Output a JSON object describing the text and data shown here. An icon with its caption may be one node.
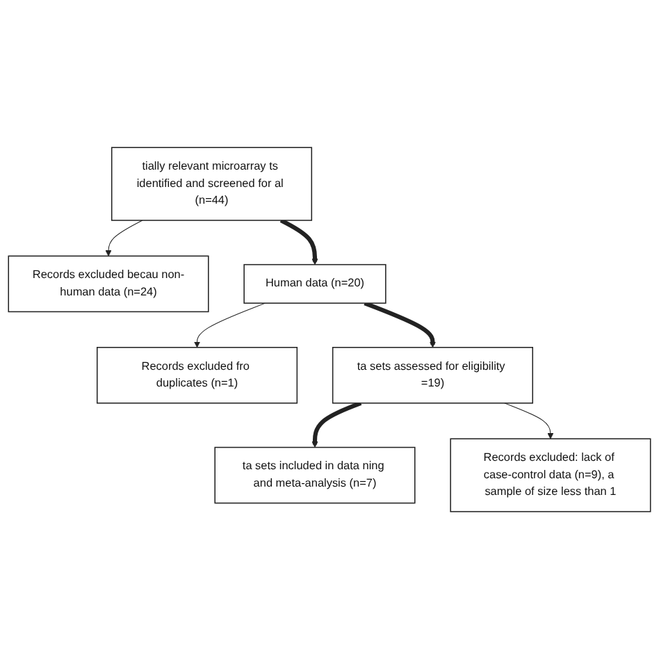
{
  "diagram": {
    "nodes": [
      {
        "text": [
          "tially relevant microarray ts identified and screened for al (n=44)"
        ]
      },
      {
        "text": [
          "Records excluded becau non-human data (n=24)"
        ]
      },
      {
        "text": [
          "Human data (n=20)"
        ]
      },
      {
        "text": [
          "Records excluded fro duplicates (n=1)"
        ]
      },
      {
        "text": [
          "ta sets assessed for eligibility =19)"
        ]
      },
      {
        "text": [
          "Records excluded: lack of case-control data (n=9), a sample of size less than 1"
        ]
      },
      {
        "text": [
          "ta sets included in data ning and meta-analysis (n=7)"
        ]
      }
    ],
    "edges": [
      {
        "from": 0,
        "to": 2,
        "arrow": "to",
        "style": "thick"
      },
      {
        "from": 0,
        "to": 1,
        "arrow": "to"
      },
      {
        "from": 2,
        "to": 4,
        "arrow": "to",
        "style": "thick"
      },
      {
        "from": 2,
        "to": 3,
        "arrow": "to"
      },
      {
        "from": 4,
        "to": 6,
        "arrow": "to",
        "style": "thick"
      },
      {
        "from": 4,
        "to": 5,
        "arrow": "to"
      }
    ]
  }
}
